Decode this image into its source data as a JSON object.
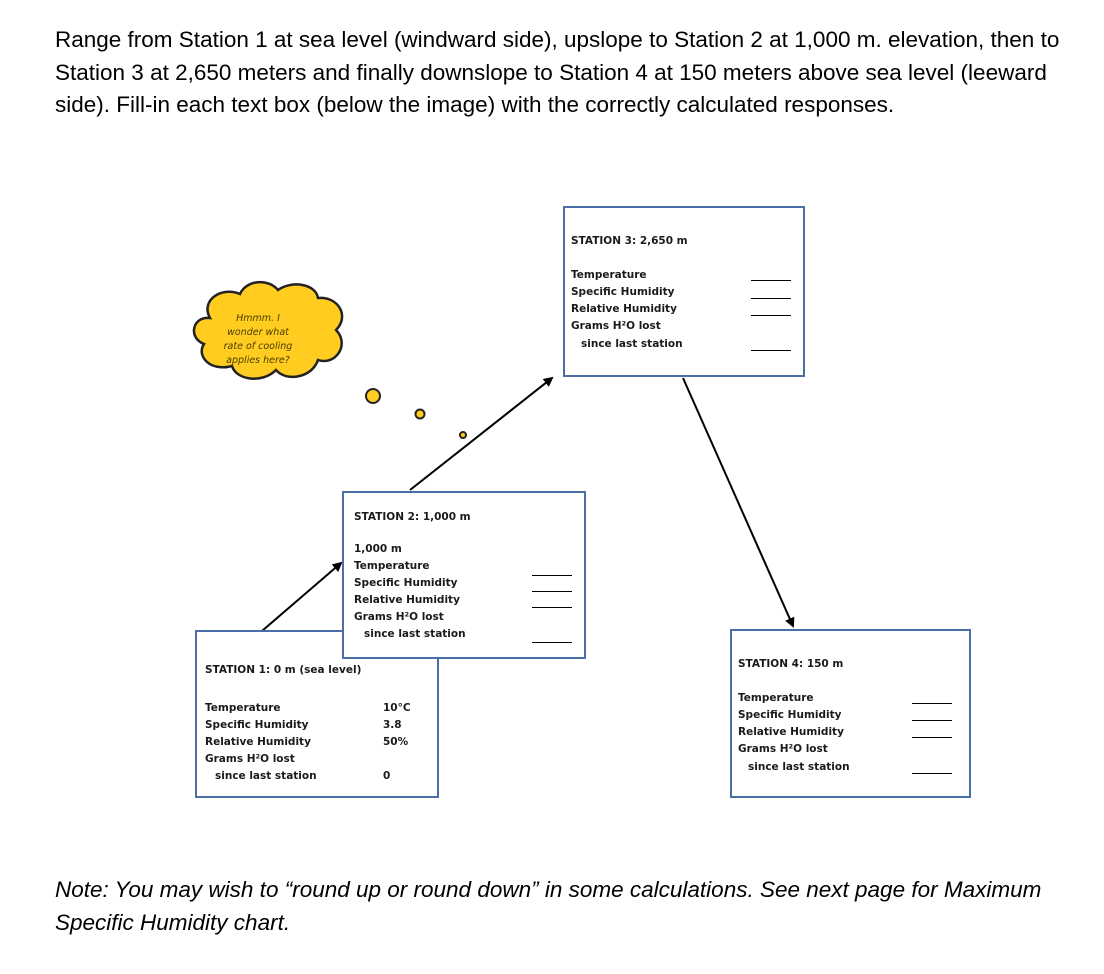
{
  "intro_text": "Range from Station 1 at sea level (windward side), upslope to Station 2 at 1,000 m. elevation, then to Station 3 at 2,650 meters and finally downslope to Station 4 at 150 meters above sea level (leeward side). Fill-in each text box (below the image) with the correctly calculated responses.",
  "thought": {
    "lines": [
      "Hmmm. I",
      "wonder what",
      "rate of cooling",
      "applies here?"
    ],
    "fill_color": "#ffcc1f"
  },
  "stations": {
    "s1": {
      "title": "STATION 1: 0 m (sea level)",
      "labels": [
        "Temperature",
        "Specific Humidity",
        "Relative Humidity",
        "Grams H²O lost",
        "since last station"
      ],
      "values": [
        "10°C",
        "3.8",
        "50%",
        "0"
      ]
    },
    "s2": {
      "title": "STATION 2: 1,000 m",
      "labels": [
        "1,000 m",
        "Temperature",
        "Specific Humidity",
        "Relative Humidity",
        "Grams H²O lost",
        "since last station"
      ]
    },
    "s3": {
      "title": "STATION 3: 2,650 m",
      "labels": [
        "Temperature",
        "Specific Humidity",
        "Relative Humidity",
        "Grams H²O lost",
        "since last station"
      ]
    },
    "s4": {
      "title": "STATION 4: 150 m",
      "labels": [
        "Temperature",
        "Specific Humidity",
        "Relative Humidity",
        "Grams H²O lost",
        "since last station"
      ]
    }
  },
  "border_color": "#4a6fa5",
  "note_text": "Note: You may wish to “round up or round down” in some calculations. See next page for Maximum Specific Humidity chart."
}
